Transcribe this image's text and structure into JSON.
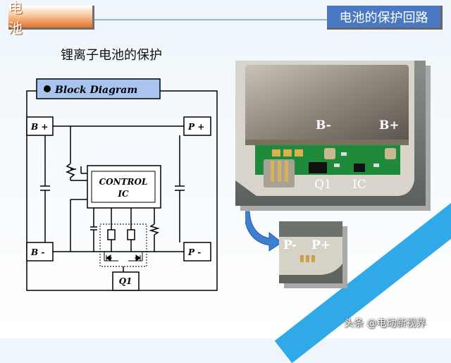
{
  "header": {
    "left_title": "电　池",
    "right_title": "电池的保护回路"
  },
  "subtitle": "锂离子电池的保护",
  "diagram": {
    "heading": "Block Diagram",
    "terminals": {
      "b_plus": "B +",
      "p_plus": "P +",
      "b_minus": "B -",
      "p_minus": "P -"
    },
    "control_ic": {
      "line1": "CONTROL",
      "line2": "IC"
    },
    "q1": "Q1"
  },
  "photo_top": {
    "b_minus": "B-",
    "b_plus": "B+",
    "q1": "Q1",
    "ic": "IC"
  },
  "photo_bottom": {
    "p_minus": "P-",
    "p_plus": "P+"
  },
  "watermark": "头条 @电动新视界",
  "colors": {
    "accent_blue": "#2fa9e8",
    "title_orange": "#e7702a",
    "title_blue": "#4b78c2",
    "pcb_green": "#1f8b3a"
  }
}
